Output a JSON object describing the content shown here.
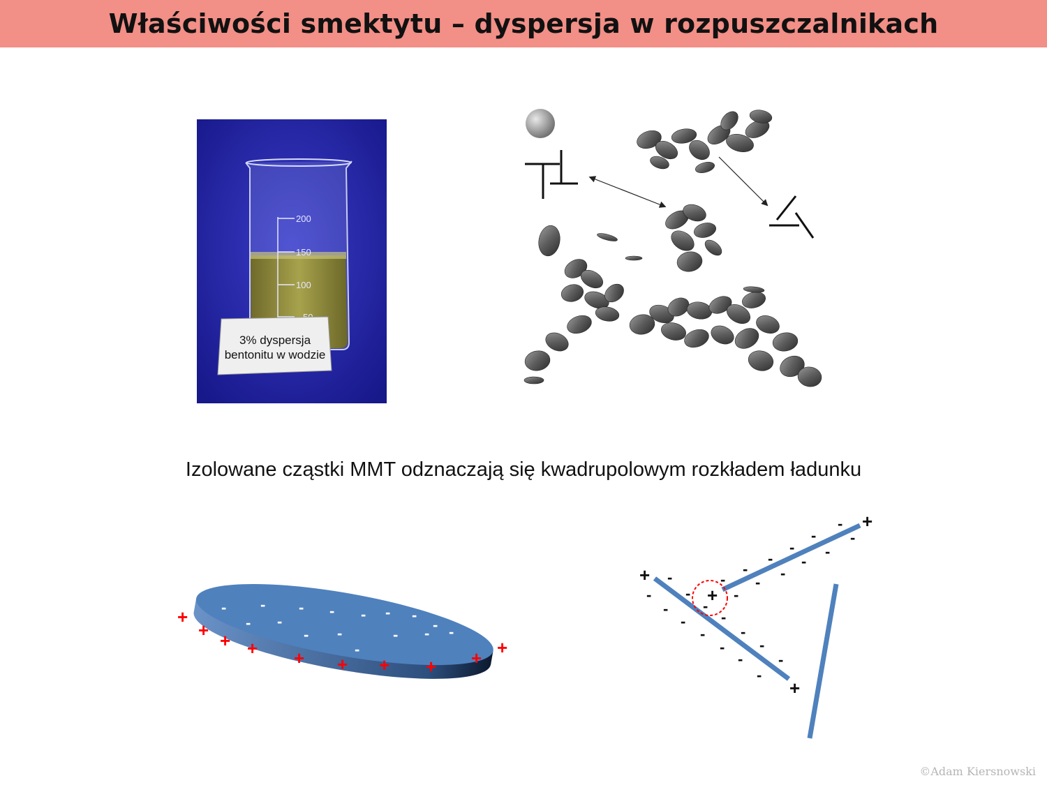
{
  "slide": {
    "title": "Właściwości smektytu – dyspersja w rozpuszczalnikach",
    "caption": "Izolowane cząstki MMT odznaczają się kwadrupolowym rozkładem ładunku",
    "copyright": "©Adam Kiersnowski"
  },
  "photo": {
    "label_line1": "3% dyspersja",
    "label_line2": "bentonitu w wodzie",
    "scale_200": "200",
    "scale_150": "150",
    "scale_100": "100",
    "scale_50": "50",
    "background_color": "#1e1f9e",
    "liquid_color": "#9a9440"
  },
  "diagram": {
    "plate_color": "#4f81bd",
    "positive_symbol": "+",
    "negative_symbol": "-",
    "positive_color": "#ff0000"
  }
}
